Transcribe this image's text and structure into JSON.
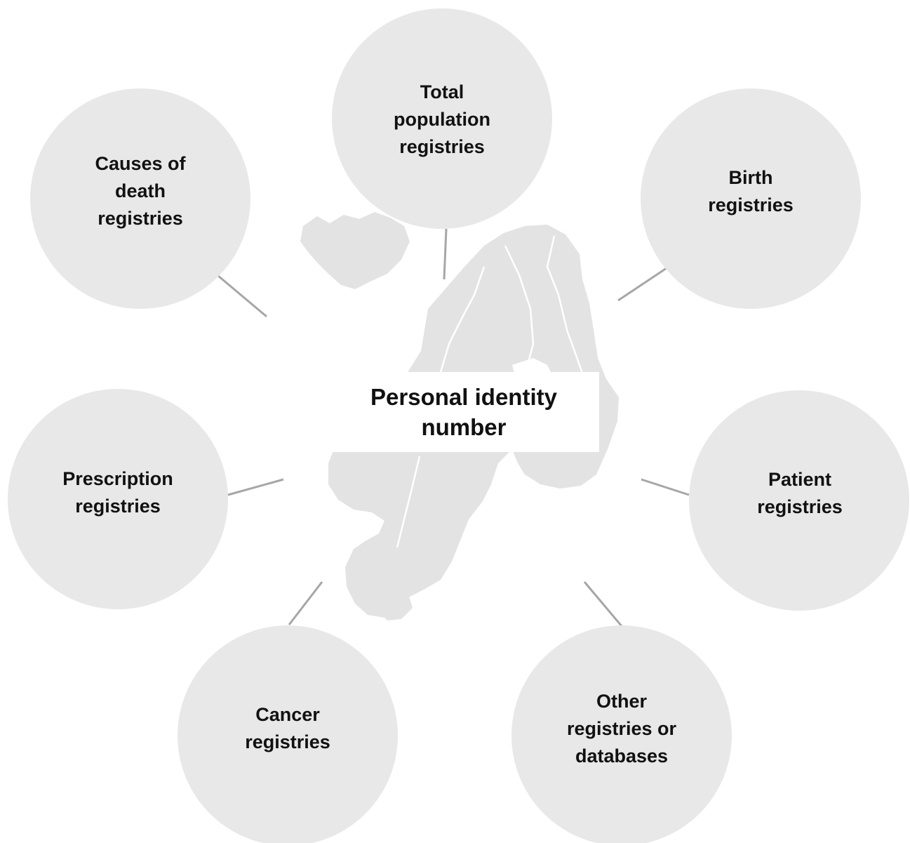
{
  "center": {
    "label": "Personal identity\nnumber"
  },
  "registries": [
    {
      "id": "total-population",
      "label": "Total\npopulation\nregistries"
    },
    {
      "id": "birth",
      "label": "Birth\nregistries"
    },
    {
      "id": "patient",
      "label": "Patient\nregistries"
    },
    {
      "id": "other",
      "label": "Other\nregistries or\ndatabases"
    },
    {
      "id": "cancer",
      "label": "Cancer\nregistries"
    },
    {
      "id": "prescription",
      "label": "Prescription\nregistries"
    },
    {
      "id": "causes-of-death",
      "label": "Causes of\ndeath\nregistries"
    }
  ],
  "colors": {
    "circle": "#e8e8e9",
    "connector": "#a6a6a6",
    "map": "#e3e3e4",
    "text": "#111111"
  }
}
